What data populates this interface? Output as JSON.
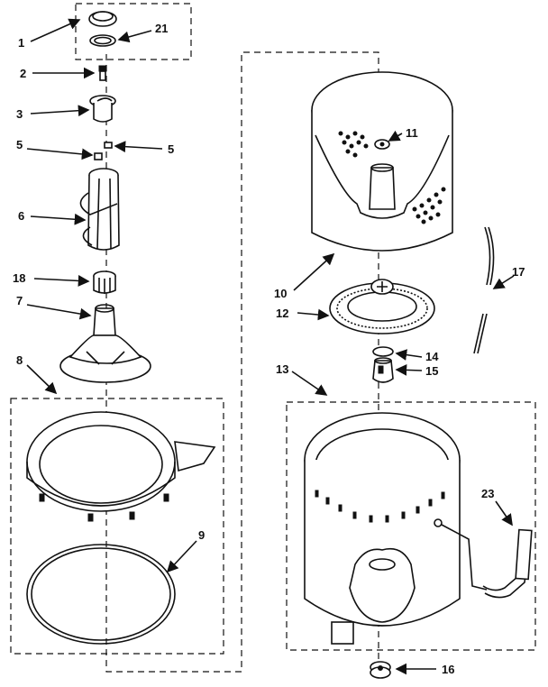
{
  "diagram": {
    "labels": {
      "p1": "1",
      "p2": "2",
      "p3": "3",
      "p5a": "5",
      "p5b": "5",
      "p6": "6",
      "p7": "7",
      "p8": "8",
      "p9": "9",
      "p10": "10",
      "p11": "11",
      "p12": "12",
      "p13": "13",
      "p14": "14",
      "p15": "15",
      "p16": "16",
      "p17": "17",
      "p18": "18",
      "p21": "21",
      "p23": "23"
    }
  }
}
